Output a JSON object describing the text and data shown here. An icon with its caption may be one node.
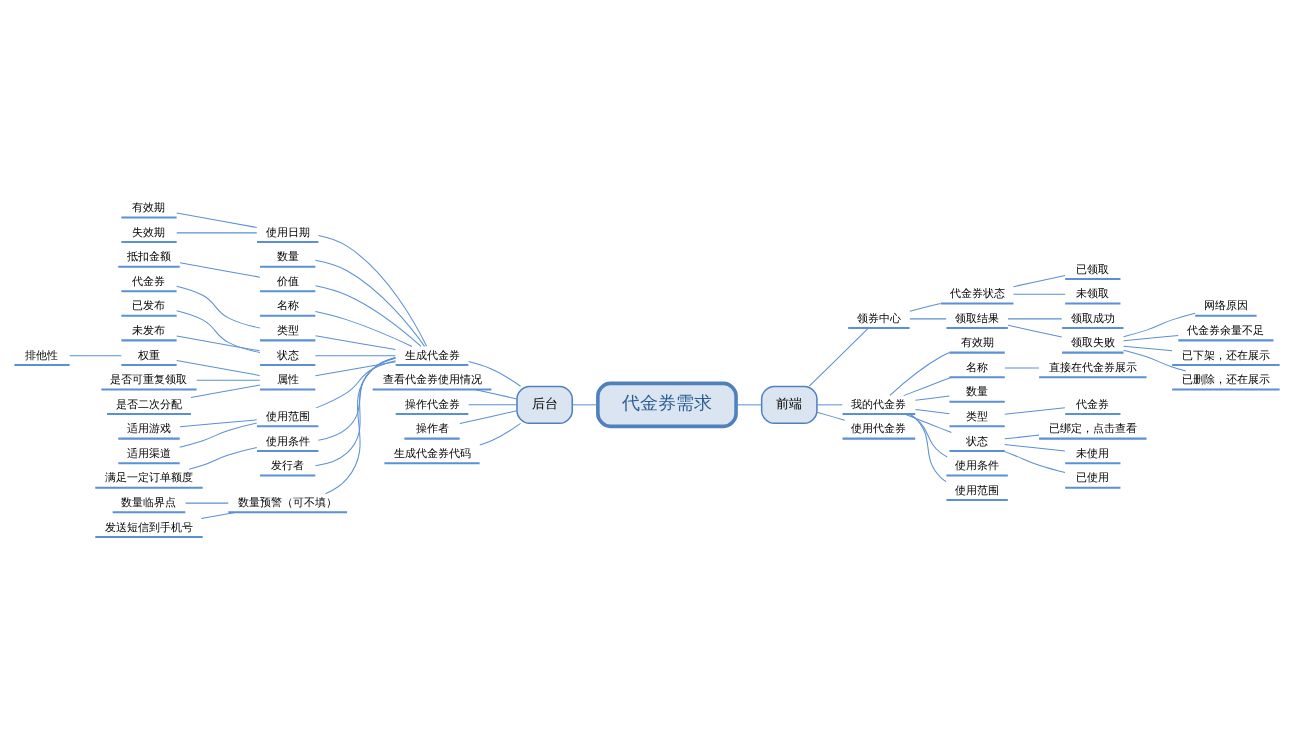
{
  "diagram": {
    "nodes": [
      {
        "text": [
          "代金券需求"
        ]
      },
      {
        "text": [
          "前端"
        ]
      },
      {
        "text": [
          "领券中心"
        ]
      },
      {
        "text": [
          "代金券状态"
        ]
      },
      {
        "text": [
          "已领取"
        ]
      },
      {
        "text": [
          "未领取"
        ]
      },
      {
        "text": [
          "领取结果"
        ]
      },
      {
        "text": [
          "领取成功"
        ]
      },
      {
        "text": [
          "领取失败"
        ]
      },
      {
        "text": [
          "网络原因"
        ]
      },
      {
        "text": [
          "代金券余量不足"
        ]
      },
      {
        "text": [
          "已下架，还在展示"
        ]
      },
      {
        "text": [
          "已删除，还在展示"
        ]
      },
      {
        "text": [
          "我的代金券"
        ]
      },
      {
        "text": [
          "有效期"
        ]
      },
      {
        "text": [
          "名称"
        ]
      },
      {
        "text": [
          "直接在代金券展示"
        ]
      },
      {
        "text": [
          "数量"
        ]
      },
      {
        "text": [
          "类型"
        ]
      },
      {
        "text": [
          "代金券"
        ]
      },
      {
        "text": [
          "状态"
        ]
      },
      {
        "text": [
          "已绑定，点击查看"
        ]
      },
      {
        "text": [
          "未使用"
        ]
      },
      {
        "text": [
          "已使用"
        ]
      },
      {
        "text": [
          "使用条件"
        ]
      },
      {
        "text": [
          "使用范围"
        ]
      },
      {
        "text": [
          "使用代金券"
        ]
      },
      {
        "text": [
          "后台"
        ]
      },
      {
        "text": [
          "生成代金券"
        ]
      },
      {
        "text": [
          "使用日期"
        ]
      },
      {
        "text": [
          "有效期"
        ]
      },
      {
        "text": [
          "失效期"
        ]
      },
      {
        "text": [
          "数量"
        ]
      },
      {
        "text": [
          "价值"
        ]
      },
      {
        "text": [
          "抵扣金额"
        ]
      },
      {
        "text": [
          "名称"
        ]
      },
      {
        "text": [
          "类型"
        ]
      },
      {
        "text": [
          "代金券"
        ]
      },
      {
        "text": [
          "状态"
        ]
      },
      {
        "text": [
          "已发布"
        ]
      },
      {
        "text": [
          "未发布"
        ]
      },
      {
        "text": [
          "属性"
        ]
      },
      {
        "text": [
          "权重"
        ]
      },
      {
        "text": [
          "排他性"
        ]
      },
      {
        "text": [
          "是否可重复领取"
        ]
      },
      {
        "text": [
          "是否二次分配"
        ]
      },
      {
        "text": [
          "使用范围"
        ]
      },
      {
        "text": [
          "适用游戏"
        ]
      },
      {
        "text": [
          "适用渠道"
        ]
      },
      {
        "text": [
          "使用条件"
        ]
      },
      {
        "text": [
          "满足一定订单额度"
        ]
      },
      {
        "text": [
          "发行者"
        ]
      },
      {
        "text": [
          "数量预警（可不填）"
        ]
      },
      {
        "text": [
          "数量临界点"
        ]
      },
      {
        "text": [
          "发送短信到手机号"
        ]
      },
      {
        "text": [
          "查看代金券使用情况"
        ]
      },
      {
        "text": [
          "操作代金券"
        ]
      },
      {
        "text": [
          "操作者"
        ]
      },
      {
        "text": [
          "生成代金券代码"
        ]
      }
    ],
    "edges": [
      {
        "from": 0,
        "to": 1,
        "arrow": "none"
      },
      {
        "from": 1,
        "to": 2,
        "arrow": "none"
      },
      {
        "from": 2,
        "to": 3,
        "arrow": "none"
      },
      {
        "from": 3,
        "to": 4,
        "arrow": "none"
      },
      {
        "from": 3,
        "to": 5,
        "arrow": "none"
      },
      {
        "from": 2,
        "to": 6,
        "arrow": "none"
      },
      {
        "from": 6,
        "to": 7,
        "arrow": "none"
      },
      {
        "from": 6,
        "to": 8,
        "arrow": "none"
      },
      {
        "from": 8,
        "to": 9,
        "arrow": "none"
      },
      {
        "from": 8,
        "to": 10,
        "arrow": "none"
      },
      {
        "from": 8,
        "to": 11,
        "arrow": "none"
      },
      {
        "from": 8,
        "to": 12,
        "arrow": "none"
      },
      {
        "from": 1,
        "to": 13,
        "arrow": "none"
      },
      {
        "from": 13,
        "to": 14,
        "arrow": "none"
      },
      {
        "from": 13,
        "to": 15,
        "arrow": "none"
      },
      {
        "from": 15,
        "to": 16,
        "arrow": "none"
      },
      {
        "from": 13,
        "to": 17,
        "arrow": "none"
      },
      {
        "from": 13,
        "to": 18,
        "arrow": "none"
      },
      {
        "from": 18,
        "to": 19,
        "arrow": "none"
      },
      {
        "from": 13,
        "to": 20,
        "arrow": "none"
      },
      {
        "from": 20,
        "to": 21,
        "arrow": "none"
      },
      {
        "from": 20,
        "to": 22,
        "arrow": "none"
      },
      {
        "from": 20,
        "to": 23,
        "arrow": "none"
      },
      {
        "from": 13,
        "to": 24,
        "arrow": "none"
      },
      {
        "from": 13,
        "to": 25,
        "arrow": "none"
      },
      {
        "from": 1,
        "to": 26,
        "arrow": "none"
      },
      {
        "from": 0,
        "to": 27,
        "arrow": "none"
      },
      {
        "from": 27,
        "to": 28,
        "arrow": "none"
      },
      {
        "from": 28,
        "to": 29,
        "arrow": "none"
      },
      {
        "from": 29,
        "to": 30,
        "arrow": "none"
      },
      {
        "from": 29,
        "to": 31,
        "arrow": "none"
      },
      {
        "from": 28,
        "to": 32,
        "arrow": "none"
      },
      {
        "from": 28,
        "to": 33,
        "arrow": "none"
      },
      {
        "from": 33,
        "to": 34,
        "arrow": "none"
      },
      {
        "from": 28,
        "to": 35,
        "arrow": "none"
      },
      {
        "from": 28,
        "to": 36,
        "arrow": "none"
      },
      {
        "from": 36,
        "to": 37,
        "arrow": "none"
      },
      {
        "from": 28,
        "to": 38,
        "arrow": "none"
      },
      {
        "from": 38,
        "to": 39,
        "arrow": "none"
      },
      {
        "from": 38,
        "to": 40,
        "arrow": "none"
      },
      {
        "from": 28,
        "to": 41,
        "arrow": "none"
      },
      {
        "from": 41,
        "to": 42,
        "arrow": "none"
      },
      {
        "from": 42,
        "to": 43,
        "arrow": "none"
      },
      {
        "from": 41,
        "to": 44,
        "arrow": "none"
      },
      {
        "from": 41,
        "to": 45,
        "arrow": "none"
      },
      {
        "from": 28,
        "to": 46,
        "arrow": "none"
      },
      {
        "from": 46,
        "to": 47,
        "arrow": "none"
      },
      {
        "from": 46,
        "to": 48,
        "arrow": "none"
      },
      {
        "from": 28,
        "to": 49,
        "arrow": "none"
      },
      {
        "from": 49,
        "to": 50,
        "arrow": "none"
      },
      {
        "from": 28,
        "to": 51,
        "arrow": "none"
      },
      {
        "from": 28,
        "to": 52,
        "arrow": "none"
      },
      {
        "from": 52,
        "to": 53,
        "arrow": "none"
      },
      {
        "from": 52,
        "to": 54,
        "arrow": "none"
      },
      {
        "from": 27,
        "to": 55,
        "arrow": "none"
      },
      {
        "from": 27,
        "to": 56,
        "arrow": "none"
      },
      {
        "from": 27,
        "to": 57,
        "arrow": "none"
      },
      {
        "from": 27,
        "to": 58,
        "arrow": "none"
      }
    ]
  }
}
